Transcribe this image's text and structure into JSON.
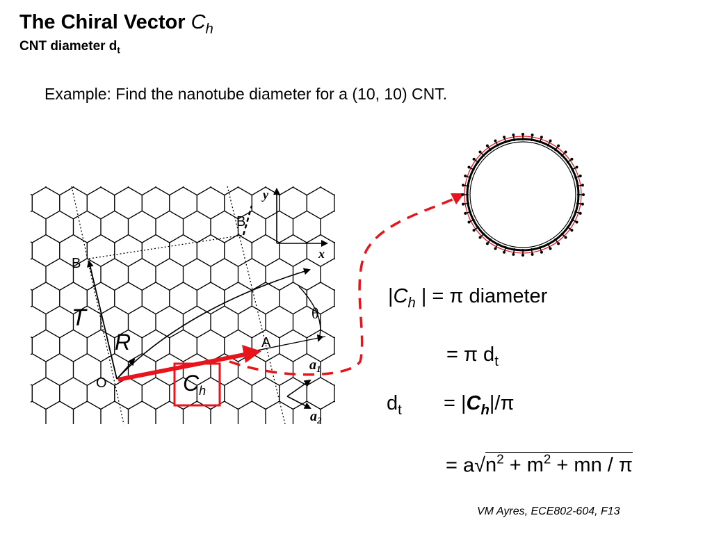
{
  "header": {
    "title": "The Chiral Vector",
    "title_symbol": "C",
    "title_symbol_sub": "h",
    "subtitle": "CNT diameter d",
    "subtitle_sub": "t"
  },
  "example": {
    "text": "Example:  Find the nanotube diameter for a (10, 10) CNT."
  },
  "lattice": {
    "label_O": "O",
    "label_A": "A",
    "label_B_left": "B",
    "label_B_top": "B",
    "label_T": "T",
    "label_R": "R",
    "label_Ch": "C",
    "label_Ch_sub": "h",
    "label_x": "x",
    "label_y": "y",
    "label_theta": "θ",
    "label_a1": "a",
    "label_a1_sub": "1",
    "label_a2": "a",
    "label_a2_sub": "2"
  },
  "equations": {
    "eq1_left_bar": "|",
    "eq1_symbol": "C",
    "eq1_sub": "h",
    "eq1_right": " |  =  π diameter",
    "eq2_text": "= π d",
    "eq2_sub": "t",
    "eq3_left": "d",
    "eq3_left_sub": "t",
    "eq3_eq": "= |",
    "eq3_symbol": "C",
    "eq3_sub": "h",
    "eq3_tail": "|/π",
    "eq4_prefix": "=  a",
    "eq4_sqrt": "√",
    "eq4_n": "n",
    "eq4_n_exp": "2",
    "eq4_plus_m": "  + m",
    "eq4_m_exp": "2",
    "eq4_tail": "  + mn / π"
  },
  "footer": {
    "credit": "VM Ayres, ECE802-604, F13"
  },
  "colors": {
    "accent_red": "#e8141b",
    "line": "#000000"
  }
}
